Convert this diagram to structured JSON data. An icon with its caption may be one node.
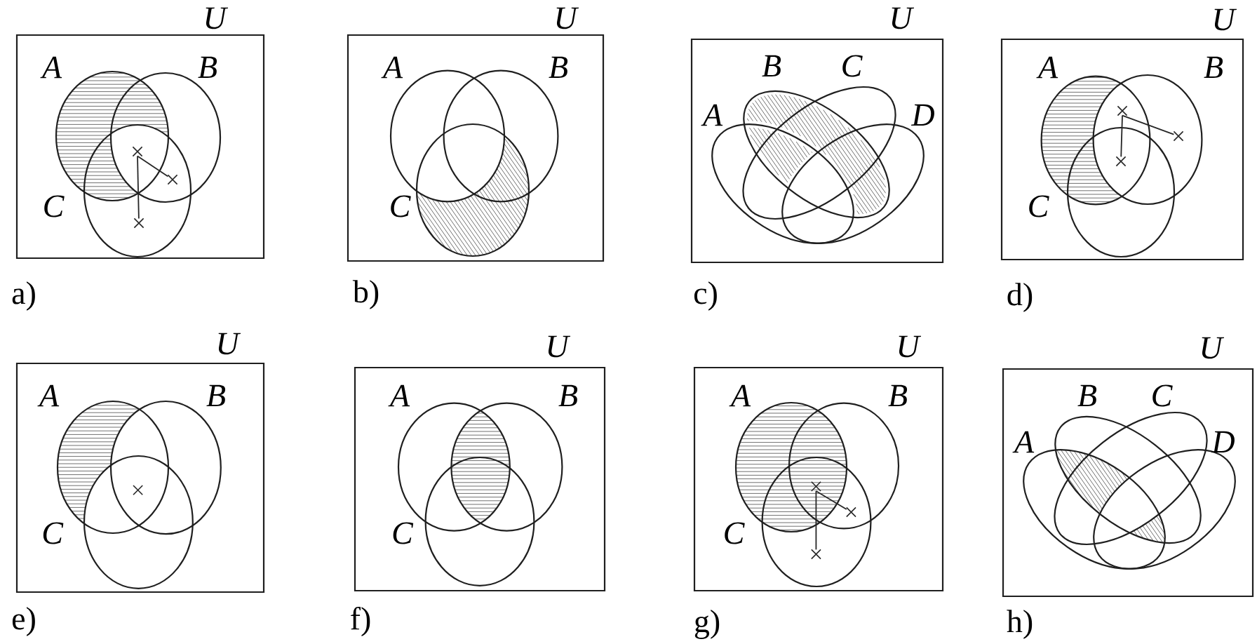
{
  "diagram": {
    "nodes": [
      {
        "text": [
          "U"
        ],
        "beside": [
          "a)"
        ]
      },
      {
        "text": [],
        "shape": "cross",
        "in": 0
      },
      {
        "text": [],
        "shape": "cross",
        "in": 0
      },
      {
        "text": [],
        "shape": "cross",
        "in": 0
      },
      {
        "text": [
          "U"
        ],
        "beside": [
          "b)"
        ]
      },
      {
        "text": [
          "U"
        ],
        "beside": [
          "c)"
        ]
      },
      {
        "text": [
          "U"
        ],
        "beside": [
          "d)"
        ]
      },
      {
        "text": [],
        "shape": "cross",
        "in": 6
      },
      {
        "text": [],
        "shape": "cross",
        "in": 6
      },
      {
        "text": [],
        "shape": "cross",
        "in": 6
      },
      {
        "text": [
          "U"
        ],
        "beside": [
          "e)"
        ]
      },
      {
        "text": [],
        "shape": "cross",
        "in": 10
      },
      {
        "text": [
          "U"
        ],
        "beside": [
          "f)"
        ]
      },
      {
        "text": [
          "U"
        ],
        "beside": [
          "g)"
        ]
      },
      {
        "text": [],
        "shape": "cross",
        "in": 13
      },
      {
        "text": [],
        "shape": "cross",
        "in": 13
      },
      {
        "text": [],
        "shape": "cross",
        "in": 13
      },
      {
        "text": [
          "U"
        ],
        "beside": [
          "h)"
        ]
      }
    ],
    "edges": [
      {
        "from": 1,
        "to": 3,
        "arrow": "none"
      },
      {
        "from": 1,
        "to": 2,
        "arrow": "none"
      },
      {
        "from": 7,
        "to": 9,
        "arrow": "none"
      },
      {
        "from": 7,
        "to": 8,
        "arrow": "none"
      },
      {
        "from": 14,
        "to": 16,
        "arrow": "none"
      },
      {
        "from": 14,
        "to": 15,
        "arrow": "none"
      }
    ],
    "labels": [
      "A",
      "B",
      "C",
      "A",
      "B",
      "C",
      "B",
      "C",
      "A",
      "D",
      "A",
      "B",
      "C",
      "A",
      "B",
      "C",
      "A",
      "B",
      "C",
      "A",
      "B",
      "C",
      "B",
      "C",
      "A",
      "D"
    ]
  }
}
